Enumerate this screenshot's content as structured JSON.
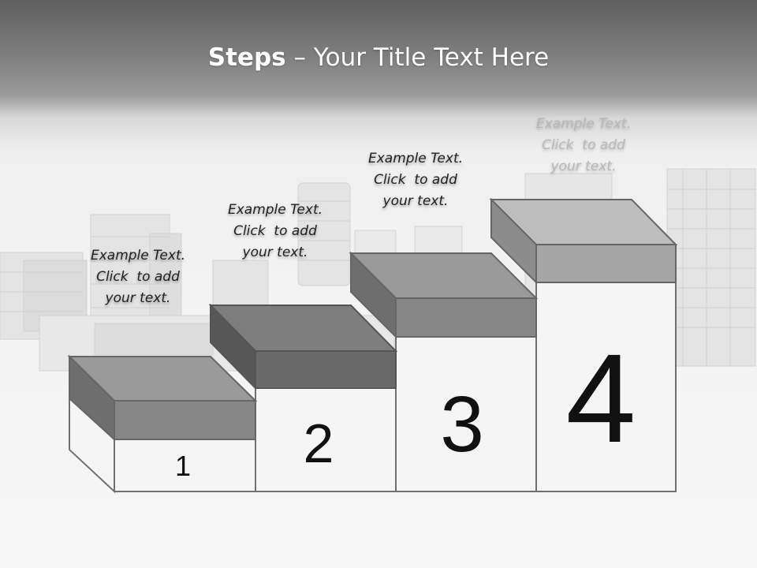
{
  "title": {
    "bold": "Steps",
    "rest": " – Your Title Text Here"
  },
  "steps": [
    {
      "number": "1",
      "line1": "Example Text.",
      "line2": "Click  to add",
      "line3": "your text."
    },
    {
      "number": "2",
      "line1": "Example Text.",
      "line2": "Click  to add",
      "line3": "your text."
    },
    {
      "number": "3",
      "line1": "Example Text.",
      "line2": "Click  to add",
      "line3": "your text."
    },
    {
      "number": "4",
      "line1": "Example Text.",
      "line2": "Click  to add",
      "line3": "your text."
    }
  ]
}
